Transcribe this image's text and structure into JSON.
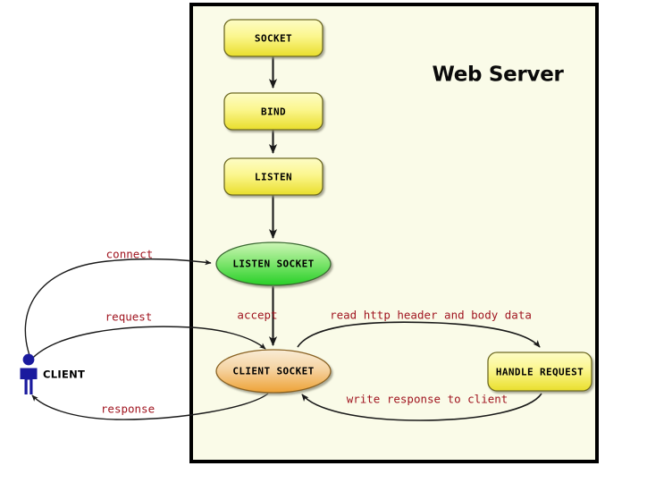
{
  "diagram": {
    "title": "Web Server",
    "container": {
      "background_color": "#fafbe8",
      "border_color": "#000000"
    },
    "palette": {
      "process_box_fill_top": "#fcfbb8",
      "process_box_fill_bottom": "#ece23a",
      "listen_socket_fill_top": "#b8f0a0",
      "listen_socket_fill_bottom": "#2fd62f",
      "client_socket_fill_top": "#f7e3bf",
      "client_socket_fill_bottom": "#efa43a",
      "edge_label_color": "#a01520",
      "client_figure_color": "#1a1a9e",
      "edge_color": "#1a1a1a"
    },
    "nodes": [
      {
        "id": "socket",
        "label": "SOCKET",
        "shape": "rounded-box"
      },
      {
        "id": "bind",
        "label": "BIND",
        "shape": "rounded-box"
      },
      {
        "id": "listen",
        "label": "LISTEN",
        "shape": "rounded-box"
      },
      {
        "id": "listen-socket",
        "label": "LISTEN SOCKET",
        "shape": "ellipse"
      },
      {
        "id": "client-socket",
        "label": "CLIENT SOCKET",
        "shape": "ellipse"
      },
      {
        "id": "handle-request",
        "label": "HANDLE REQUEST",
        "shape": "rounded-box"
      },
      {
        "id": "client",
        "label": "CLIENT",
        "shape": "actor"
      }
    ],
    "edges": [
      {
        "id": "socket-bind",
        "from": "socket",
        "to": "bind",
        "label": ""
      },
      {
        "id": "bind-listen",
        "from": "bind",
        "to": "listen",
        "label": ""
      },
      {
        "id": "listen-listensocket",
        "from": "listen",
        "to": "listen-socket",
        "label": ""
      },
      {
        "id": "client-connect",
        "from": "client",
        "to": "listen-socket",
        "label": "connect"
      },
      {
        "id": "listensocket-accept",
        "from": "listen-socket",
        "to": "client-socket",
        "label": "accept"
      },
      {
        "id": "client-request",
        "from": "client",
        "to": "client-socket",
        "label": "request"
      },
      {
        "id": "clientsocket-read",
        "from": "client-socket",
        "to": "handle-request",
        "label": "read http header and body data"
      },
      {
        "id": "handlerequest-write",
        "from": "handle-request",
        "to": "client-socket",
        "label": "write response to client"
      },
      {
        "id": "clientsocket-response",
        "from": "client-socket",
        "to": "client",
        "label": "response"
      }
    ]
  }
}
